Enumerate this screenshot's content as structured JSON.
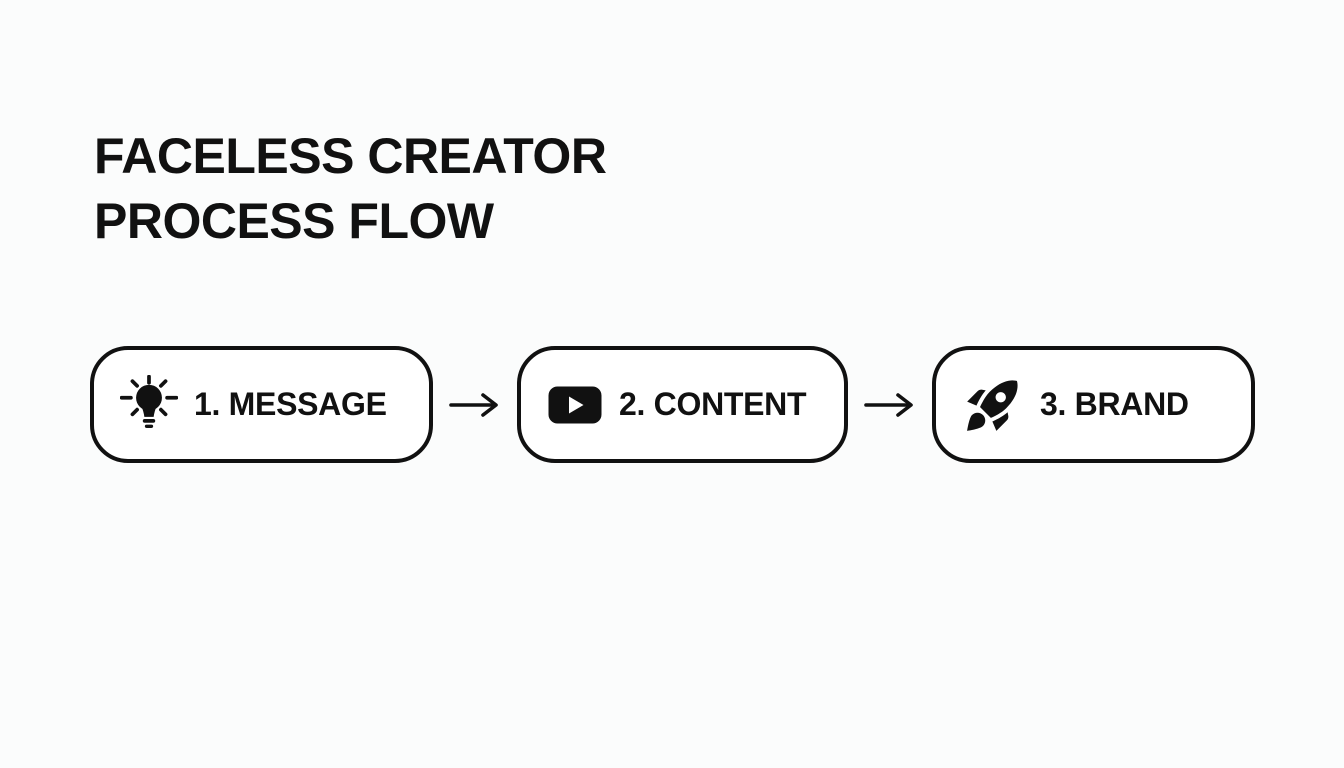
{
  "page": {
    "kind": "process-flow-diagram",
    "colors": {
      "background": "#fbfcfc",
      "ink": "#111111",
      "node_fill": "#ffffff"
    }
  },
  "title": {
    "text": "FACELESS CREATOR\nPROCESS FLOW"
  },
  "flow": {
    "steps": [
      {
        "label": "1. MESSAGE",
        "icon": "lightbulb-idea-icon"
      },
      {
        "label": "2. CONTENT",
        "icon": "video-play-icon"
      },
      {
        "label": "3. BRAND",
        "icon": "rocket-icon"
      }
    ],
    "connector_icon": "arrow-right-icon"
  }
}
